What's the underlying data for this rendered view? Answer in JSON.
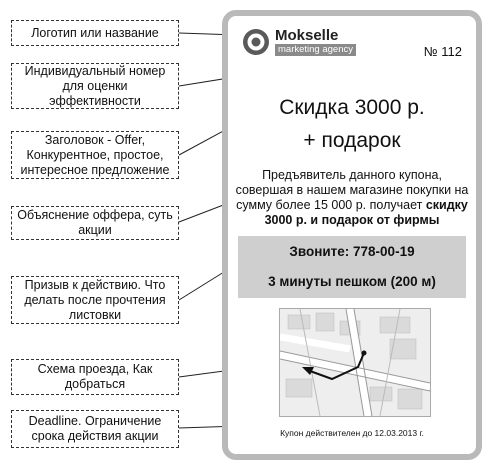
{
  "callouts": [
    {
      "text": "Логотип или название"
    },
    {
      "text": "Индивидуальный номер для оценки эффективности"
    },
    {
      "text": "Заголовок - Offer, Конкурентное, простое, интересное предложение"
    },
    {
      "text": "Объяснение оффера, суть акции"
    },
    {
      "text": "Призыв к действию. Что делать после прочтения листовки"
    },
    {
      "text": "Схема проезда, Как добраться"
    },
    {
      "text": "Deadline. Ограничение срока действия акции"
    }
  ],
  "coupon": {
    "logo_name": "Mokselle",
    "logo_sub": "marketing agency",
    "number": "№ 112",
    "headline1": "Скидка 3000 р.",
    "headline2": "+ подарок",
    "desc_plain": "Предъявитель данного купона, совершая в нашем магазине покупки на сумму более 15 000 р. получает",
    "desc_bold": "скидку 3000 р. и подарок от фирмы",
    "cta1": "Звоните: 778-00-19",
    "cta2": "3 минуты пешком (200 м)",
    "deadline": "Купон действителен до 12.03.2013 г."
  }
}
